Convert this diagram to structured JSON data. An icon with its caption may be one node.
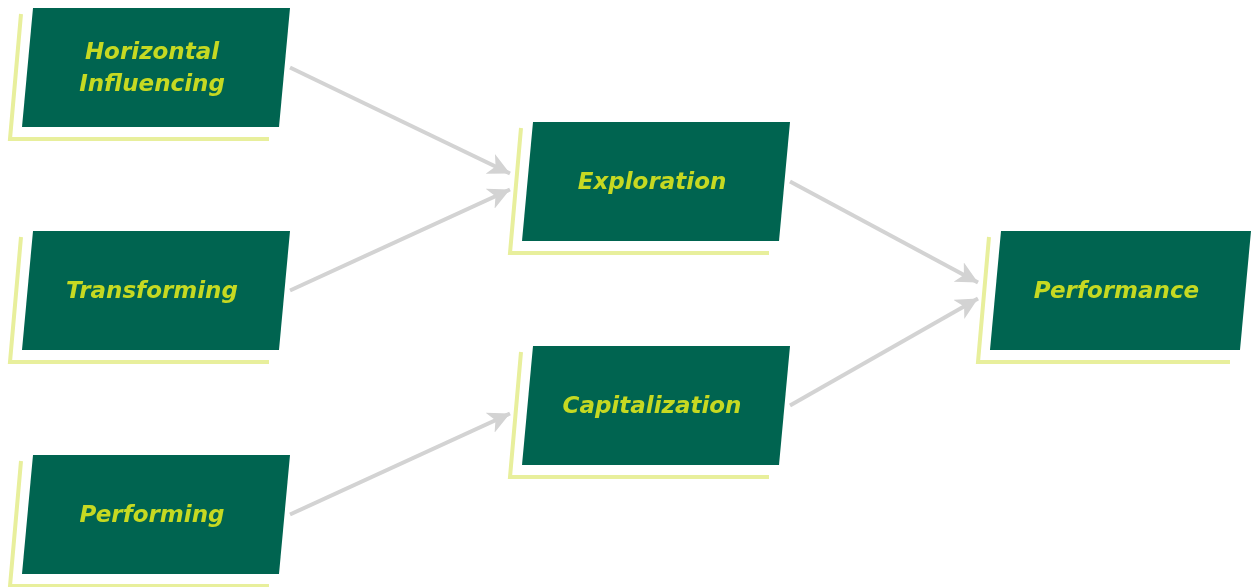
{
  "diagram": {
    "nodes": [
      {
        "text": [
          "Horizontal Influencing"
        ]
      },
      {
        "text": [
          "Transforming"
        ]
      },
      {
        "text": [
          "Performing"
        ]
      },
      {
        "text": [
          "Exploration"
        ]
      },
      {
        "text": [
          "Capitalization"
        ]
      },
      {
        "text": [
          "Performance"
        ]
      }
    ],
    "edges": [
      {
        "from": 0,
        "to": 3,
        "arrow": "to"
      },
      {
        "from": 1,
        "to": 3,
        "arrow": "to"
      },
      {
        "from": 2,
        "to": 4,
        "arrow": "to"
      },
      {
        "from": 3,
        "to": 5,
        "arrow": "to"
      },
      {
        "from": 4,
        "to": 5,
        "arrow": "to"
      }
    ]
  }
}
